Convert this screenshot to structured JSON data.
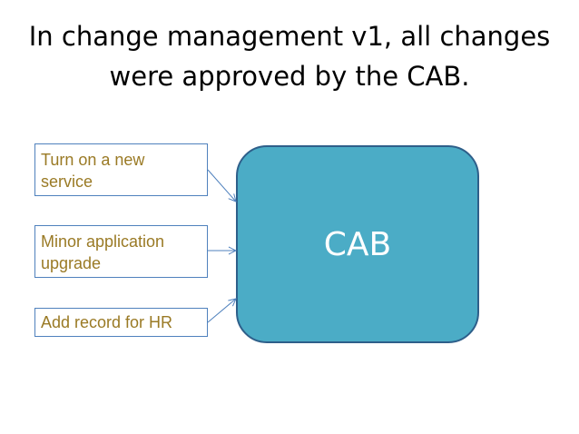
{
  "title": {
    "line1": "In change management v1, all changes",
    "line2": "were approved by the CAB."
  },
  "changes": [
    {
      "line1": "Turn on a new",
      "line2": "service"
    },
    {
      "line1": "Minor application",
      "line2": "upgrade"
    },
    {
      "line1": "Add record for HR",
      "line2": ""
    }
  ],
  "cab": {
    "label": "CAB",
    "fill_color": "#4bacc6"
  },
  "colors": {
    "change_text": "#9a7a25",
    "change_border": "#4f81bd",
    "connector": "#4f81bd"
  }
}
